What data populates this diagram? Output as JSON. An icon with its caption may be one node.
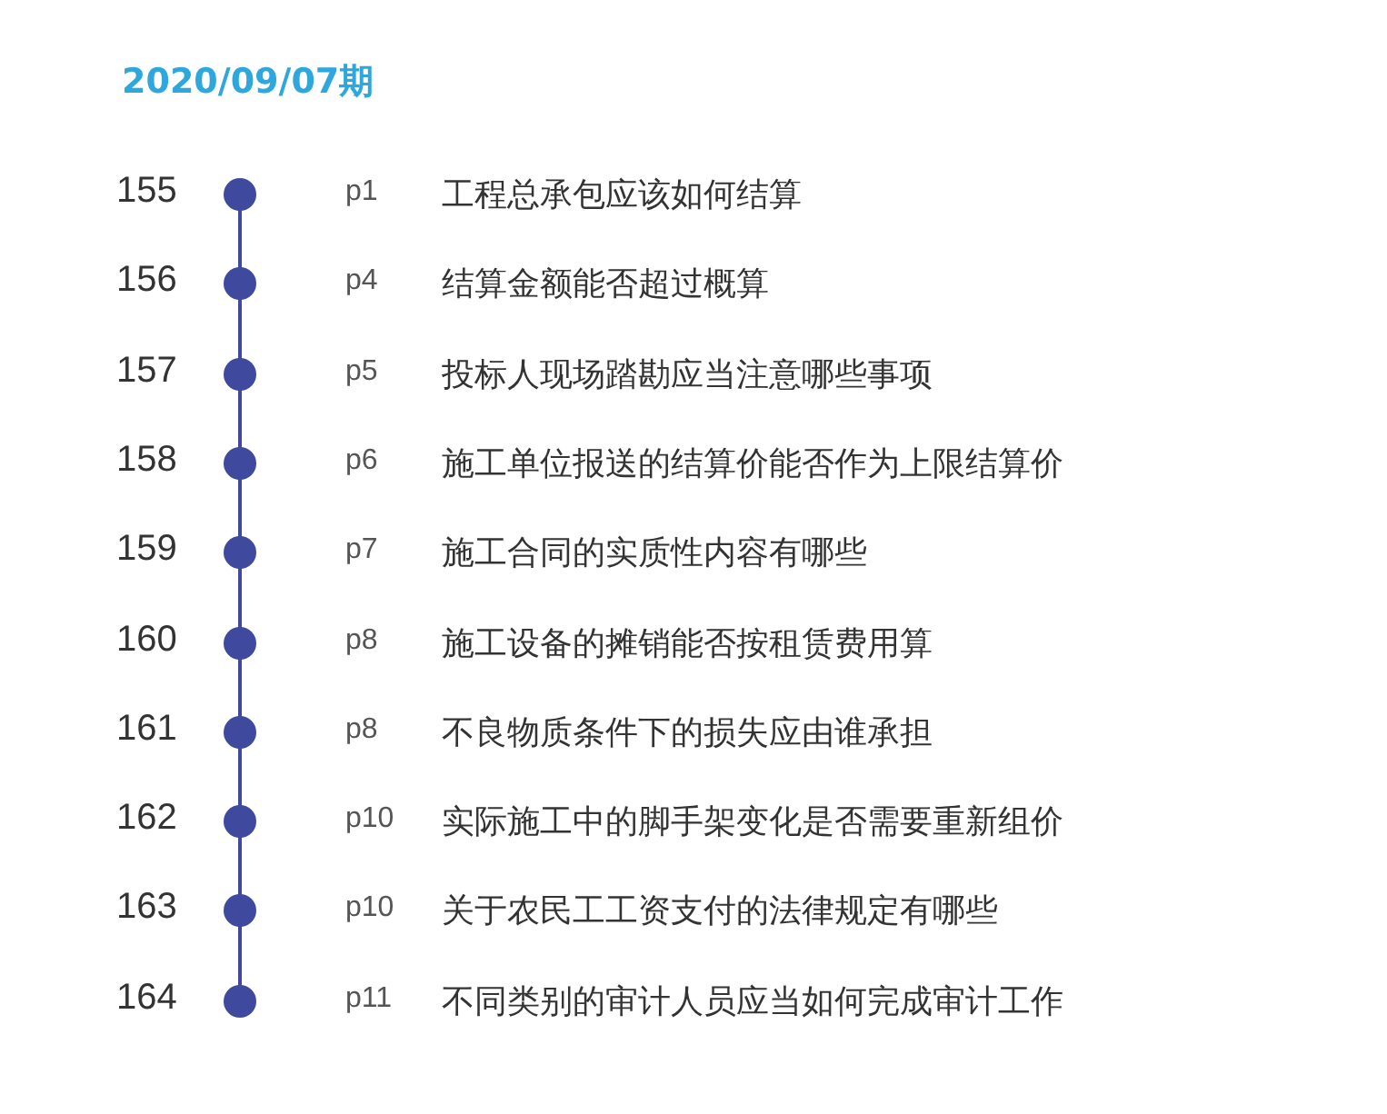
{
  "diagram": {
    "title": "2020/09/07期",
    "labels": [
      "155",
      "p1",
      "工程总承包应该如何结算",
      "156",
      "p4",
      "结算金额能否超过概算",
      "157",
      "p5",
      "投标人现场踏勘应当注意哪些事项",
      "158",
      "p6",
      "施工单位报送的结算价能否作为上限结算价",
      "159",
      "p7",
      "施工合同的实质性内容有哪些",
      "160",
      "p8",
      "施工设备的摊销能否按租赁费用算",
      "161",
      "p8",
      "不良物质条件下的损失应由谁承担",
      "162",
      "p10",
      "实际施工中的脚手架变化是否需要重新组价",
      "163",
      "p10",
      "关于农民工工资支付的法律规定有哪些",
      "164",
      "p11",
      "不同类别的审计人员应当如何完成审计工作"
    ]
  }
}
